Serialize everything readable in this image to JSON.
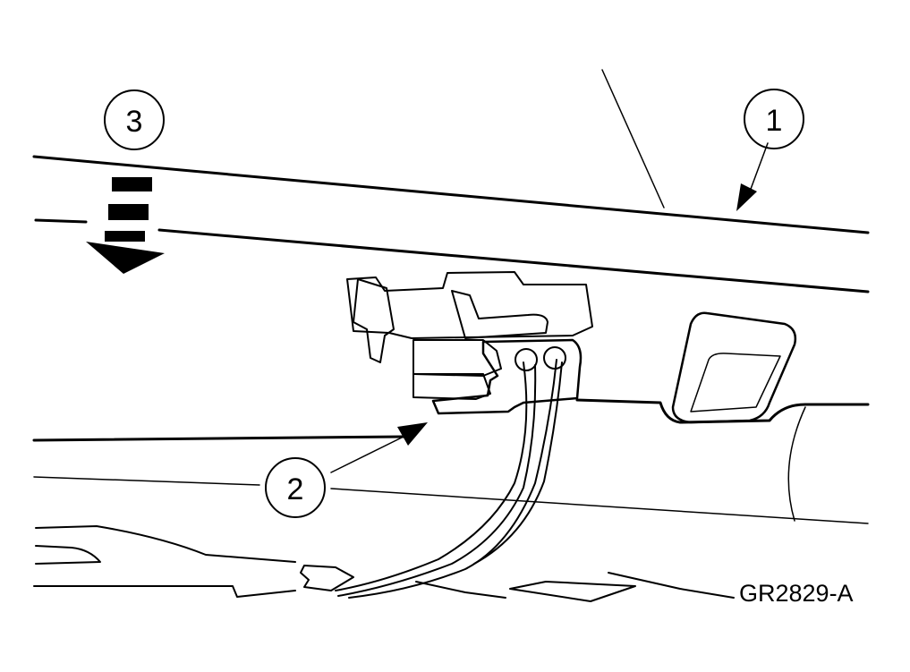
{
  "callouts": [
    {
      "id": "1",
      "label": "1"
    },
    {
      "id": "2",
      "label": "2"
    },
    {
      "id": "3",
      "label": "3"
    }
  ],
  "figure_id": "GR2829-A",
  "colors": {
    "ink": "#000000",
    "paper": "#ffffff"
  },
  "icons": [
    "dashed-down-arrow-icon",
    "leader-arrow-icon"
  ]
}
